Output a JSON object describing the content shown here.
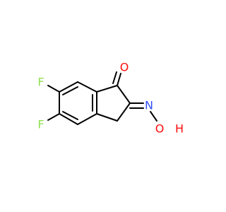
{
  "molecule": {
    "atoms": {
      "oxygen_ketone": {
        "text": "O",
        "color": "#ff0d0d"
      },
      "nitrogen": {
        "text": "N",
        "color": "#3050f8"
      },
      "oxygen_hydroxyl": {
        "text": "O",
        "color": "#ff0d0d"
      },
      "hydrogen": {
        "text": "H",
        "color": "#ff0d0d"
      },
      "fluorine_top": {
        "text": "F",
        "color": "#90e050"
      },
      "fluorine_bottom": {
        "text": "F",
        "color": "#90e050"
      }
    },
    "colors": {
      "bond": "#000000"
    }
  }
}
